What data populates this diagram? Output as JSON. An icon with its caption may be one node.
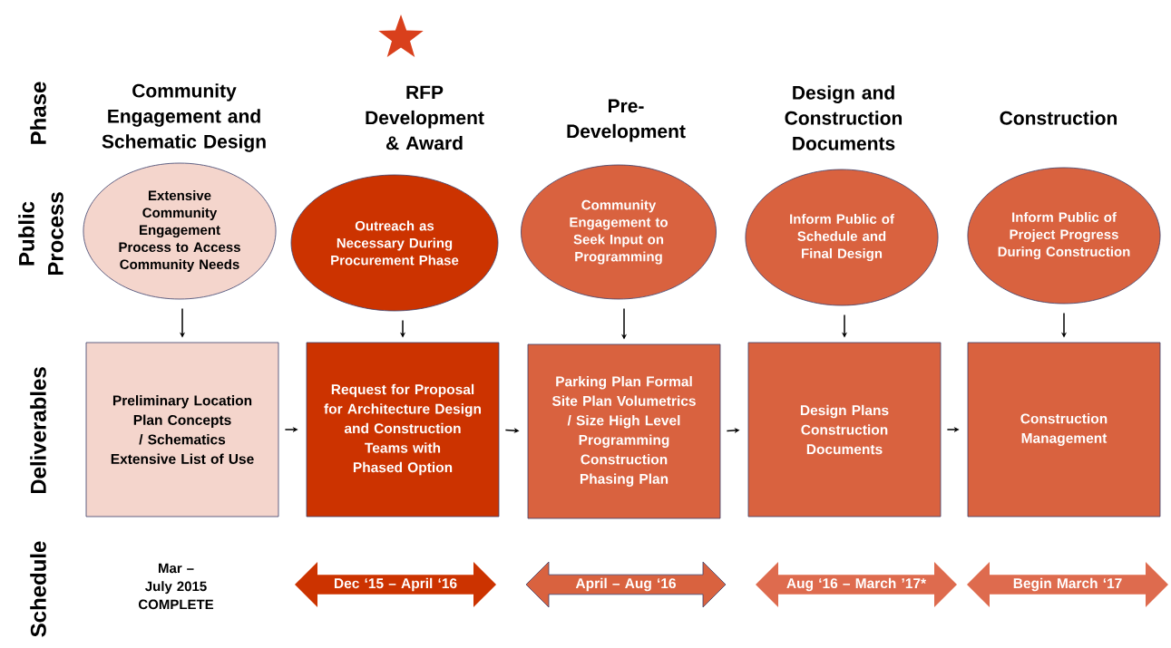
{
  "diagram": {
    "nodes": [
      {
        "text": [
          "Extensive Community Engagement Process to Access Community Needs"
        ]
      },
      {
        "text": [
          "Outreach as Necessary During Procurement  Phase"
        ]
      },
      {
        "text": [
          "Community Engagement to Seek Input on Programming"
        ]
      },
      {
        "text": [
          "Inform Public of Schedule and Final Design"
        ]
      },
      {
        "text": [
          "Inform Public of Project Progress During Construction"
        ]
      },
      {
        "text": [
          "Preliminary Location Plan Concepts / Schematics Extensive List of Use"
        ]
      },
      {
        "text": [
          "Request for Proposal for Architecture Design and Construction Teams with Phased Option"
        ]
      },
      {
        "text": [
          "Parking Plan Formal Site Plan Volumetrics / Size High Level Programming Construction Phasing Plan"
        ]
      },
      {
        "text": [
          "Design Plans Construction Documents"
        ]
      },
      {
        "text": [
          "Construction Management"
        ]
      },
      {
        "text": [
          "Dec ‘15 – April ‘16"
        ]
      },
      {
        "text": [
          "April – Aug ‘16"
        ]
      },
      {
        "text": [
          "Aug ‘16 – March ’17*"
        ]
      },
      {
        "text": [
          "Begin March ‘17"
        ]
      }
    ],
    "edges": [
      {
        "from": 0,
        "to": 5,
        "arrow": "to"
      },
      {
        "from": 1,
        "to": 6,
        "arrow": "to"
      },
      {
        "from": 2,
        "to": 7,
        "arrow": "to"
      },
      {
        "from": 3,
        "to": 8,
        "arrow": "to"
      },
      {
        "from": 4,
        "to": 9,
        "arrow": "to"
      },
      {
        "from": 5,
        "to": 6,
        "arrow": "to"
      },
      {
        "from": 6,
        "to": 7,
        "arrow": "to"
      },
      {
        "from": 7,
        "to": 8,
        "arrow": "to"
      },
      {
        "from": 8,
        "to": 9,
        "arrow": "to"
      }
    ],
    "labels": [
      "Phase",
      "Community Engagement and Schematic Design",
      "RFP Development & Award",
      "Pre- Development",
      "Design and Construction Documents",
      "Construction",
      "Public Process",
      "Deliverables",
      "Schedule",
      "Mar – July 2015 COMPLETE"
    ]
  }
}
